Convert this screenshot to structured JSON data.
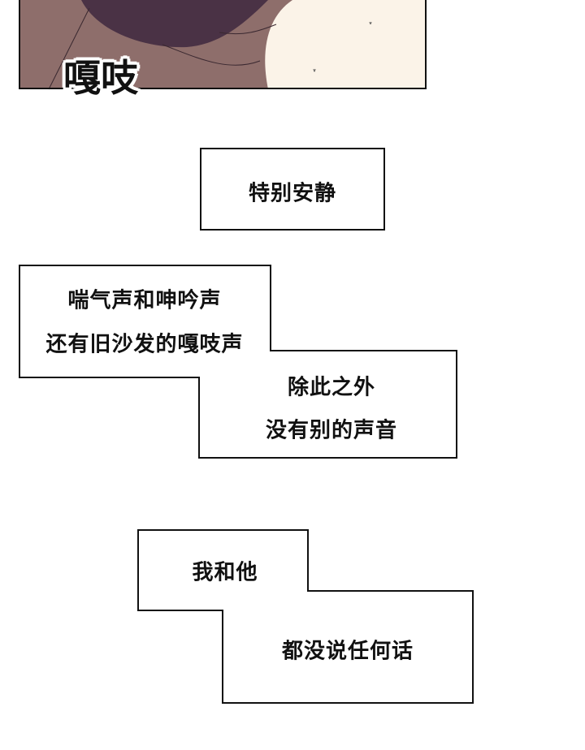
{
  "panel_top": {
    "sfx": "嘎吱",
    "colors": {
      "background": "#8e6e6b",
      "hair": "#4a3245",
      "skin": "#fbf3e8"
    }
  },
  "captions": [
    {
      "lines": [
        "特别安静"
      ]
    },
    {
      "lines": [
        "喘气声和呻吟声",
        "还有旧沙发的嘎吱声"
      ]
    },
    {
      "lines": [
        "除此之外",
        "没有别的声音"
      ]
    },
    {
      "lines": [
        "我和他"
      ]
    },
    {
      "lines": [
        "都没说任何话"
      ]
    }
  ]
}
